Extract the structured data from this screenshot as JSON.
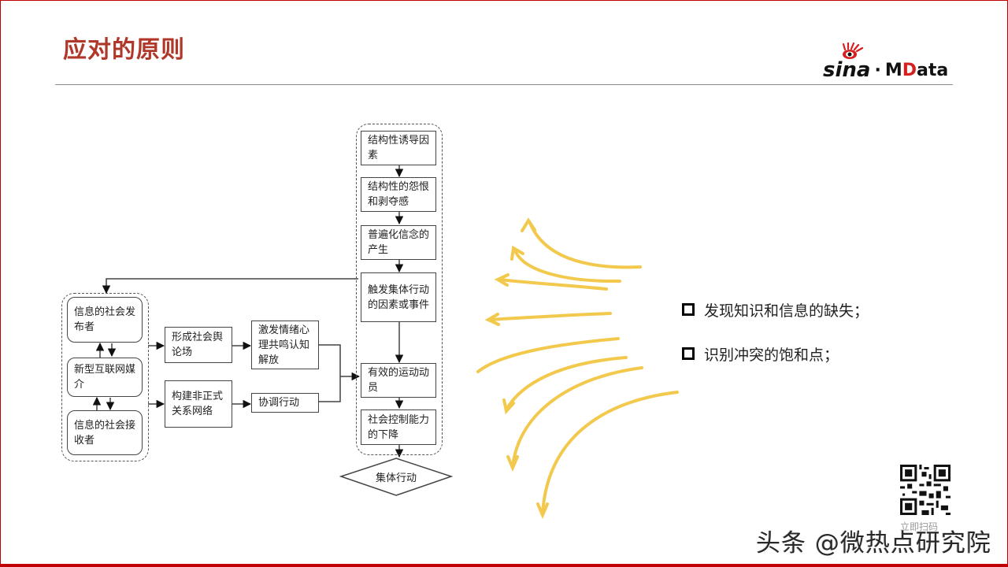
{
  "slide": {
    "title": "应对的原则",
    "logo": {
      "sina": "sina",
      "separator": "·",
      "m": "M",
      "d": "D",
      "ata": "ata"
    },
    "colors": {
      "accent": "#c00000",
      "title": "#b0382b",
      "arrows": "#f2c94c"
    }
  },
  "diagram": {
    "left_group": [
      {
        "id": "publisher",
        "text": "信息的社会发布者"
      },
      {
        "id": "media",
        "text": "新型互联网媒介"
      },
      {
        "id": "receiver",
        "text": "信息的社会接收者"
      }
    ],
    "middle": [
      {
        "id": "opinion",
        "text": "形成社会舆论场"
      },
      {
        "id": "network",
        "text": "构建非正式关系网络"
      },
      {
        "id": "emotion",
        "text": "激发情绪心理共鸣认知解放"
      },
      {
        "id": "coordinate",
        "text": "协调行动"
      }
    ],
    "right_chain": [
      {
        "id": "structural",
        "text": "结构性诱导因素"
      },
      {
        "id": "grievance",
        "text": "结构性的怨恨和剥夺感"
      },
      {
        "id": "belief",
        "text": "普遍化信念的产生"
      },
      {
        "id": "trigger",
        "text": "触发集体行动的因素或事件"
      },
      {
        "id": "mobilize",
        "text": "有效的运动动员"
      },
      {
        "id": "control",
        "text": "社会控制能力的下降"
      }
    ],
    "terminal": "集体行动"
  },
  "bullets": [
    "发现知识和信息的缺失；",
    "识别冲突的饱和点；"
  ],
  "footer": {
    "qr_caption": "立即扫码",
    "watermark": "头条 @微热点研究院"
  }
}
